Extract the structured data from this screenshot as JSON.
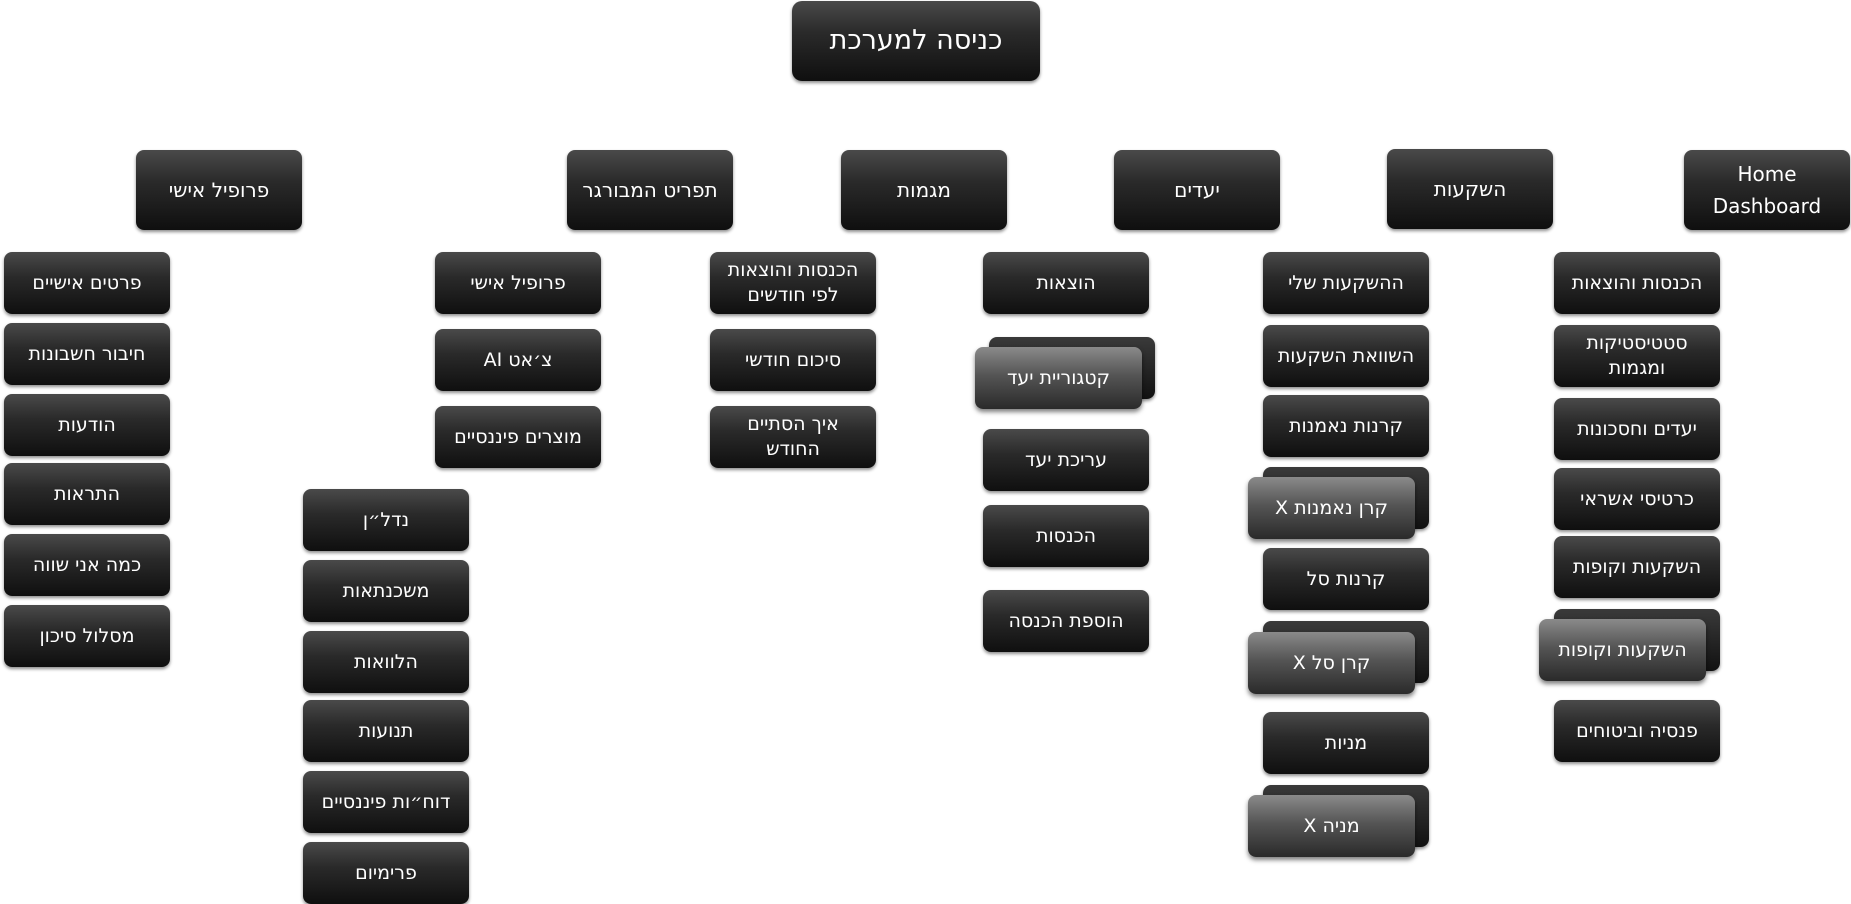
{
  "root": "כניסה למערכת",
  "columns": {
    "home": {
      "title_line1": "Home",
      "title_line2": "Dashboard",
      "items": [
        "הכנסות והוצאות",
        "סטטיסטיקות ומגמות",
        "יעדים וחסכונות",
        "כרטיסי אשראי",
        "השקעות וקופות",
        "השקעות וקופות",
        "פנסיה וביטוחים"
      ]
    },
    "investments": {
      "title": "השקעות",
      "items": [
        "ההשקעות שלי",
        "השוואת השקעות",
        "קרנות נאמנות",
        "קרן נאמנות X",
        "קרנות סל",
        "קרן סל X",
        "מניות",
        "מניה X"
      ]
    },
    "goals": {
      "title": "יעדים",
      "items": [
        "הוצאות",
        "קטגוריית יעד",
        "עריכת יעד",
        "הכנסות",
        "הוספת הכנסה"
      ]
    },
    "trends": {
      "title": "מגמות",
      "items": [
        "הכנסות והוצאות לפי חודשים",
        "סיכום חודשי",
        "איך הסתיים החודש"
      ]
    },
    "hamburger": {
      "title": "תפריט המבורגר",
      "items": [
        "פרופיל אישי",
        "צ׳אט AI",
        "מוצרים פיננסיים"
      ],
      "sub_items": [
        "נדל״ן",
        "משכנתאות",
        "הלוואות",
        "תנועות",
        "דוח״ות פיננסיים",
        "פרימיום"
      ]
    },
    "profile": {
      "title": "פרופיל אישי",
      "items": [
        "פרטים אישיים",
        "חיבור חשבונות",
        "הודעות",
        "התראות",
        "כמה אני שווה",
        "מסלול סיכון"
      ]
    }
  }
}
